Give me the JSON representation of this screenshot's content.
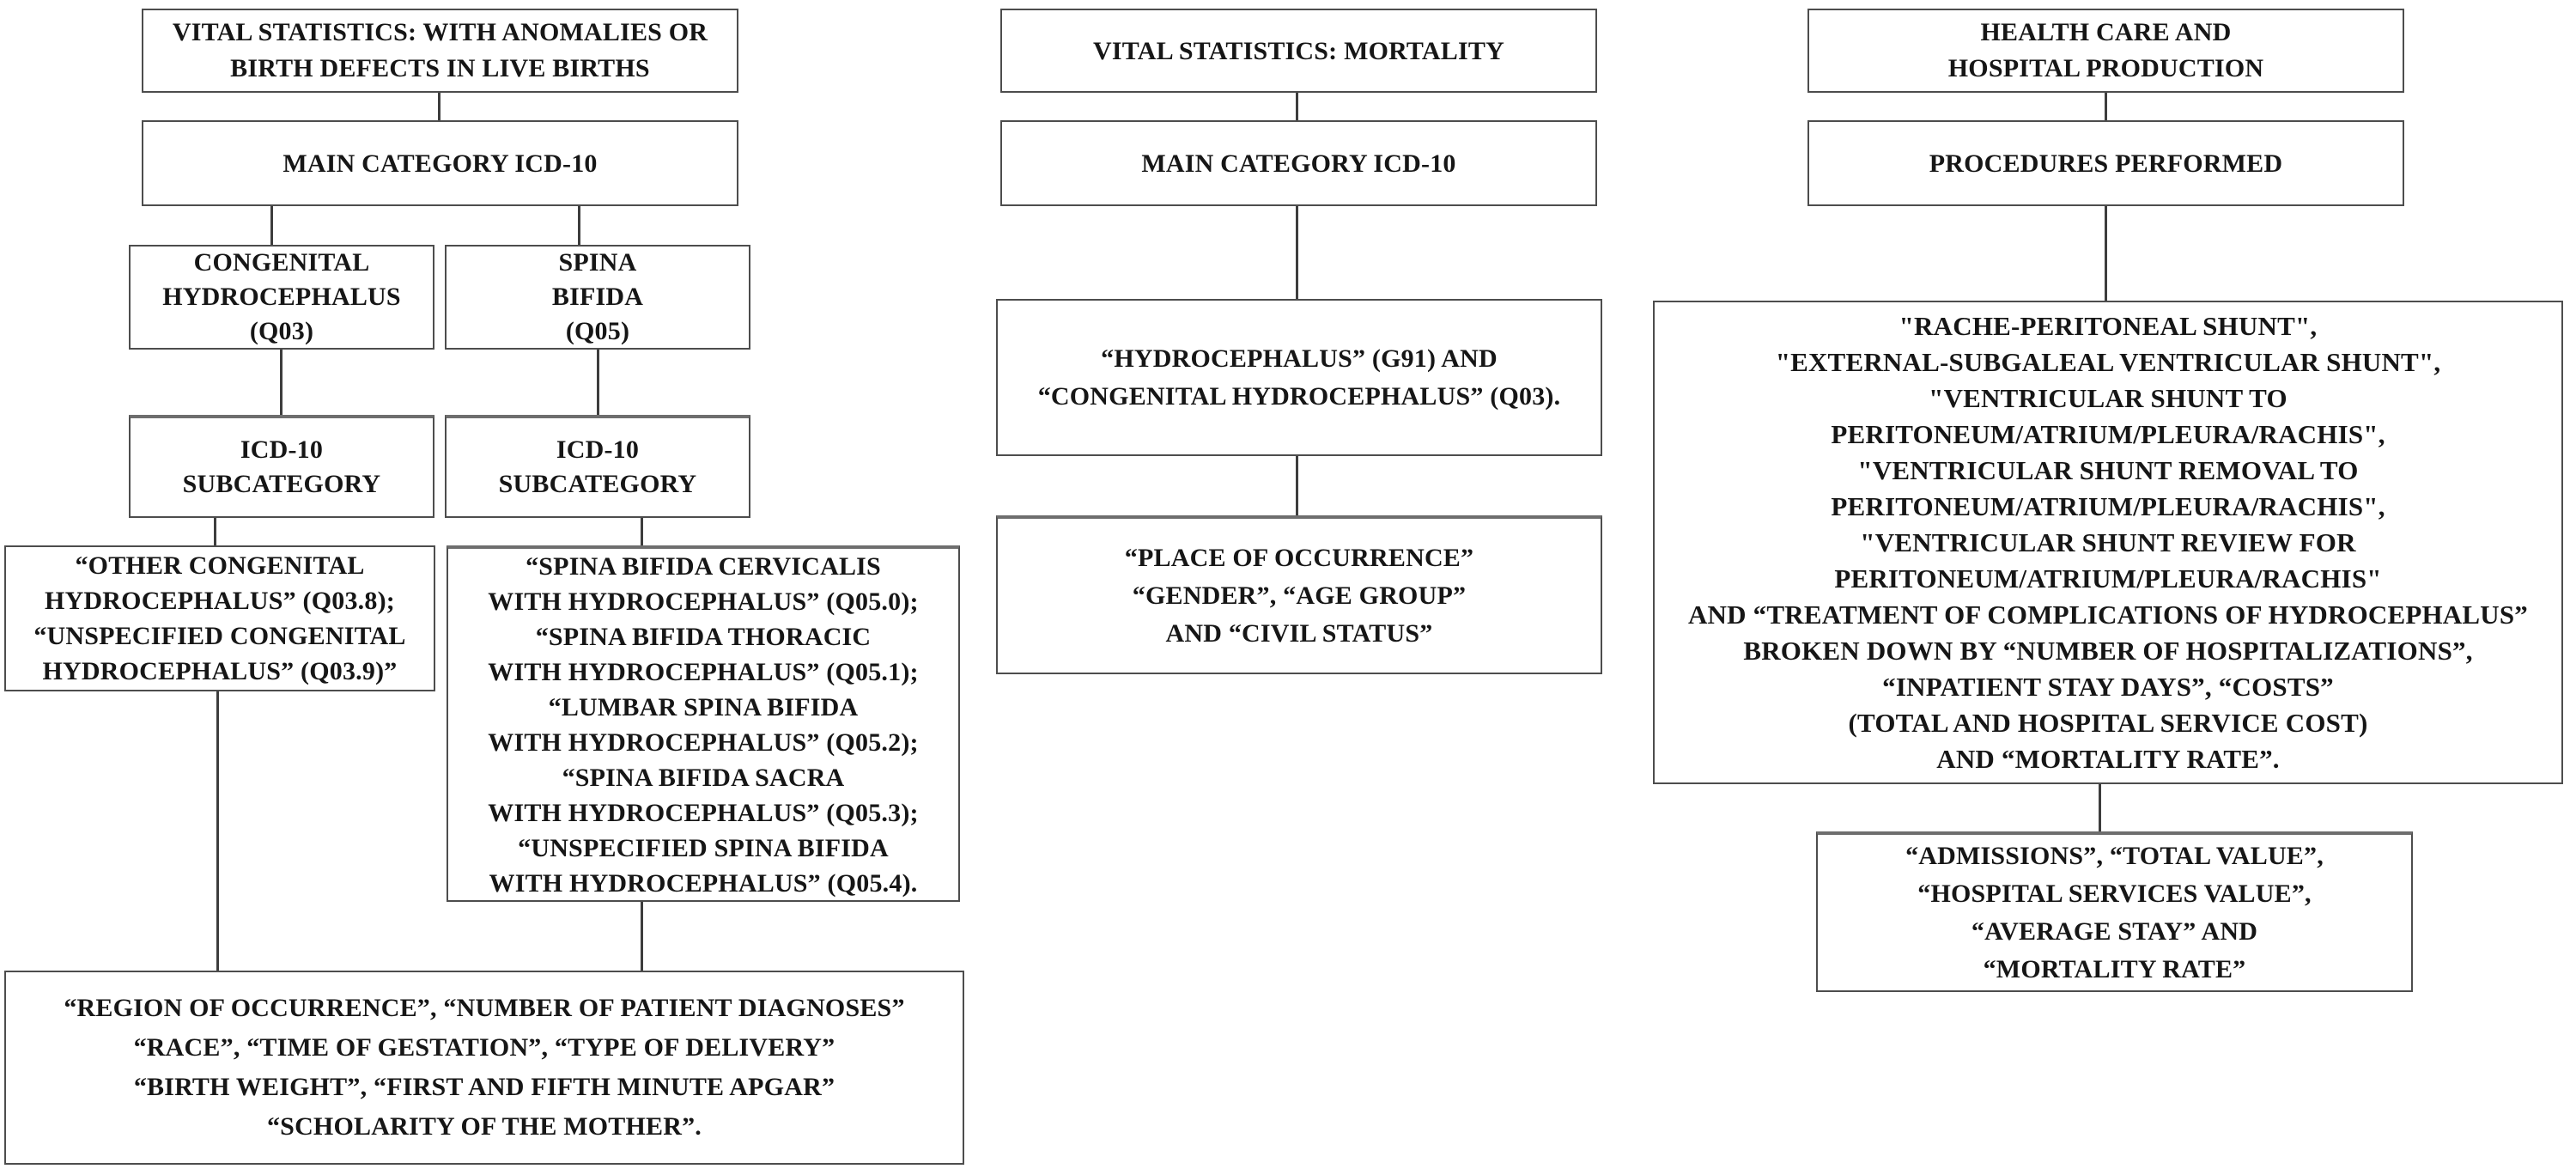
{
  "figure_title": "Flowchart of data sources and variables for hydrocephalus and spina bifida study",
  "colors": {
    "background": "#ffffff",
    "text": "#161616",
    "border": "#4d4d4d",
    "border_heavy": "#6e6e6e",
    "connector": "#3d3d3d"
  },
  "boxes": {
    "l1": "VITAL STATISTICS: WITH ANOMALIES OR\nBIRTH DEFECTS IN LIVE BIRTHS",
    "l2": "MAIN CATEGORY ICD-10",
    "l3": "CONGENITAL\nHYDROCEPHALUS\n(Q03)",
    "l4": "SPINA\nBIFIDA\n(Q05)",
    "l5": "ICD-10\nSUBCATEGORY",
    "l6": "ICD-10\nSUBCATEGORY",
    "l7": "“OTHER CONGENITAL\nHYDROCEPHALUS” (Q03.8);\n“UNSPECIFIED CONGENITAL\nHYDROCEPHALUS” (Q03.9)”",
    "l8": "“SPINA BIFIDA CERVICALIS\nWITH HYDROCEPHALUS” (Q05.0);\n“SPINA BIFIDA THORACIC\nWITH HYDROCEPHALUS” (Q05.1);\n“LUMBAR SPINA BIFIDA\nWITH HYDROCEPHALUS” (Q05.2);\n“SPINA BIFIDA SACRA\nWITH HYDROCEPHALUS” (Q05.3);\n“UNSPECIFIED SPINA BIFIDA\nWITH HYDROCEPHALUS” (Q05.4).",
    "l9": "“REGION OF OCCURRENCE”, “NUMBER OF PATIENT DIAGNOSES”\n“RACE”, “TIME OF GESTATION”, “TYPE OF DELIVERY”\n“BIRTH WEIGHT”, “FIRST AND FIFTH MINUTE APGAR”\n“SCHOLARITY OF THE MOTHER”.",
    "m1": "VITAL STATISTICS: MORTALITY",
    "m2": "MAIN CATEGORY ICD-10",
    "m3": "“HYDROCEPHALUS” (G91) AND\n“CONGENITAL HYDROCEPHALUS” (Q03).",
    "m4": "“PLACE OF OCCURRENCE”\n“GENDER”, “AGE GROUP”\nAND “CIVIL STATUS”",
    "r1": "HEALTH CARE AND\nHOSPITAL PRODUCTION",
    "r2": "PROCEDURES PERFORMED",
    "r3": "\"RACHE-PERITONEAL SHUNT\",\n\"EXTERNAL-SUBGALEAL VENTRICULAR SHUNT\",\n\"VENTRICULAR SHUNT TO\nPERITONEUM/ATRIUM/PLEURA/RACHIS\",\n\"VENTRICULAR SHUNT REMOVAL TO\nPERITONEUM/ATRIUM/PLEURA/RACHIS\",\n\"VENTRICULAR SHUNT REVIEW FOR\nPERITONEUM/ATRIUM/PLEURA/RACHIS\"\nAND “TREATMENT OF COMPLICATIONS OF HYDROCEPHALUS”\nBROKEN DOWN BY “NUMBER OF HOSPITALIZATIONS”,\n“INPATIENT STAY DAYS”, “COSTS”\n(TOTAL AND HOSPITAL SERVICE COST)\nAND “MORTALITY RATE”.",
    "r4": "“ADMISSIONS”, “TOTAL VALUE”,\n“HOSPITAL SERVICES VALUE”,\n“AVERAGE STAY” AND\n“MORTALITY RATE”"
  }
}
